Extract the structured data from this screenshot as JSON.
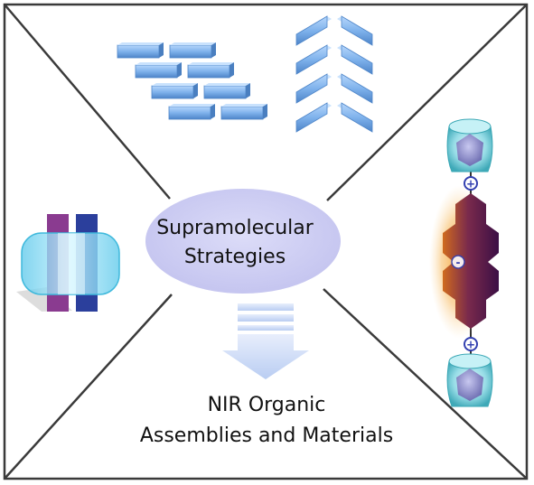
{
  "center": {
    "line1": "Supramolecular",
    "line2": "Strategies"
  },
  "bottom": {
    "line1": "NIR Organic",
    "line2": "Assemblies and Materials"
  },
  "charges": {
    "plus": "+",
    "minus": "-"
  },
  "colors": {
    "frame": "#3a3a3a",
    "ellipse": "#c9c9f2",
    "block_fill": "#79aee9",
    "block_dark": "#4f86c9",
    "arrow": "#c9d9f6",
    "cage": "#7fd3dd",
    "guest": "#8f8fc9",
    "dye_dark": "#4a154b",
    "dye_glow": "#f39a2d",
    "stack_purple": "#8a3b90",
    "stack_blue": "#2b3f9c",
    "ring": "#8be0f2"
  },
  "icons": [
    "brick-wall-blocks",
    "herringbone-blocks",
    "host-guest-stack",
    "cage-dye-cage-assembly",
    "down-arrow"
  ]
}
